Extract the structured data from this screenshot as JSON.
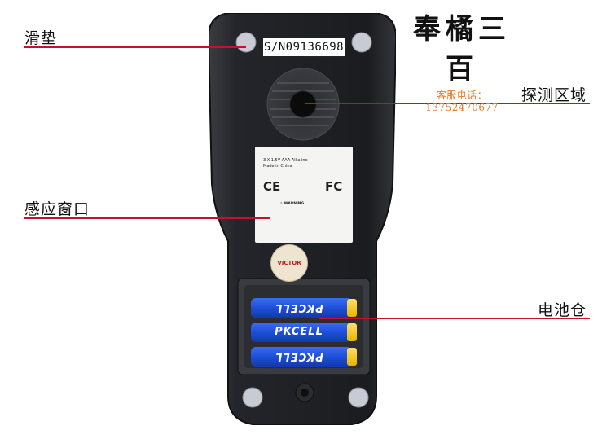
{
  "callouts": [
    {
      "label": "滑垫"
    },
    {
      "label": "探测区域"
    },
    {
      "label": "感应窗口"
    },
    {
      "label": "电池仓"
    }
  ],
  "brand": {
    "name": "奉橘三百",
    "contact": "客服电话：13752470677"
  },
  "device": {
    "serial": "S/N09136698",
    "sticker": {
      "spec_lines": [
        "3 X 1.5V AAA Alkaline",
        "Made in China"
      ],
      "ce_mark": "CE",
      "fc_mark": "FC",
      "warning": "⚠ WARNING"
    },
    "seal_text": "VICTOR",
    "batteries": [
      {
        "brand": "PKCELL",
        "color": "#1e4fd8"
      },
      {
        "brand": "PKCELL",
        "color": "#1e4fd8"
      },
      {
        "brand": "PKCELL",
        "color": "#1e4fd8"
      }
    ]
  },
  "colors": {
    "callout_line": "#c8102e",
    "body": "#1f2024",
    "brand_contact": "#e07b2a"
  }
}
